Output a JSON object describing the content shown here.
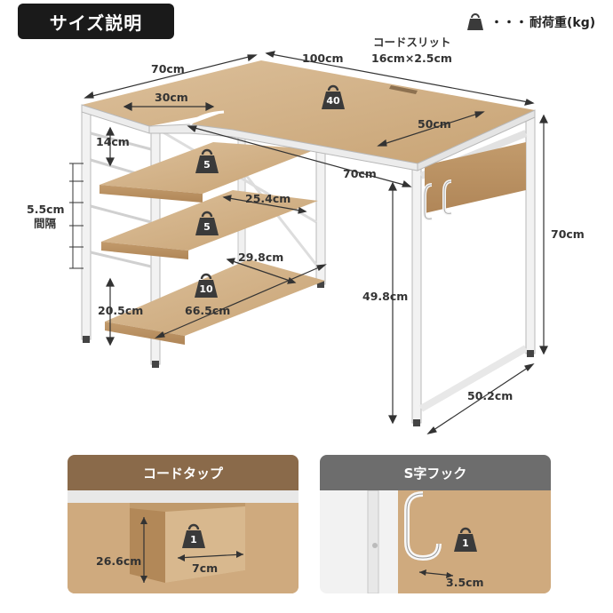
{
  "header": {
    "title": "サイズ説明"
  },
  "legend": {
    "icon": "weight-icon",
    "dots": "・・・",
    "text": "耐荷重(kg)"
  },
  "desk": {
    "dims": {
      "width_left": "70cm",
      "width_main": "100cm",
      "cord_slit_label": "コードスリット",
      "cord_slit_size": "16cm×2.5cm",
      "corner_depth": "30cm",
      "main_depth": "50cm",
      "inner_length": "70cm",
      "shelf_gap": "14cm",
      "shelf_interval_value": "5.5cm",
      "shelf_interval_label": "間隔",
      "shelf2_depth": "25.4cm",
      "shelf3_depth": "29.8cm",
      "bottom_gap": "20.5cm",
      "shelf_width": "66.5cm",
      "leg_clearance": "49.8cm",
      "height": "70cm",
      "leg_depth": "50.2cm"
    },
    "loads": {
      "top": "40",
      "shelf1": "5",
      "shelf2": "5",
      "shelf3": "10"
    }
  },
  "colors": {
    "wood": "#c9a57a",
    "wood_light": "#dcc09b",
    "frame": "#f2f2f2",
    "frame_edge": "#b8b8b8",
    "badge": "#1a1a1a",
    "weight": "#3a3a3a",
    "card_brown": "#8a6a4a",
    "card_gray": "#6d6d6d"
  },
  "cards": [
    {
      "title": "コードタップ",
      "load": "1",
      "dim_height": "26.6cm",
      "dim_width": "7cm"
    },
    {
      "title": "S字フック",
      "load": "1",
      "dim_width": "3.5cm"
    }
  ]
}
